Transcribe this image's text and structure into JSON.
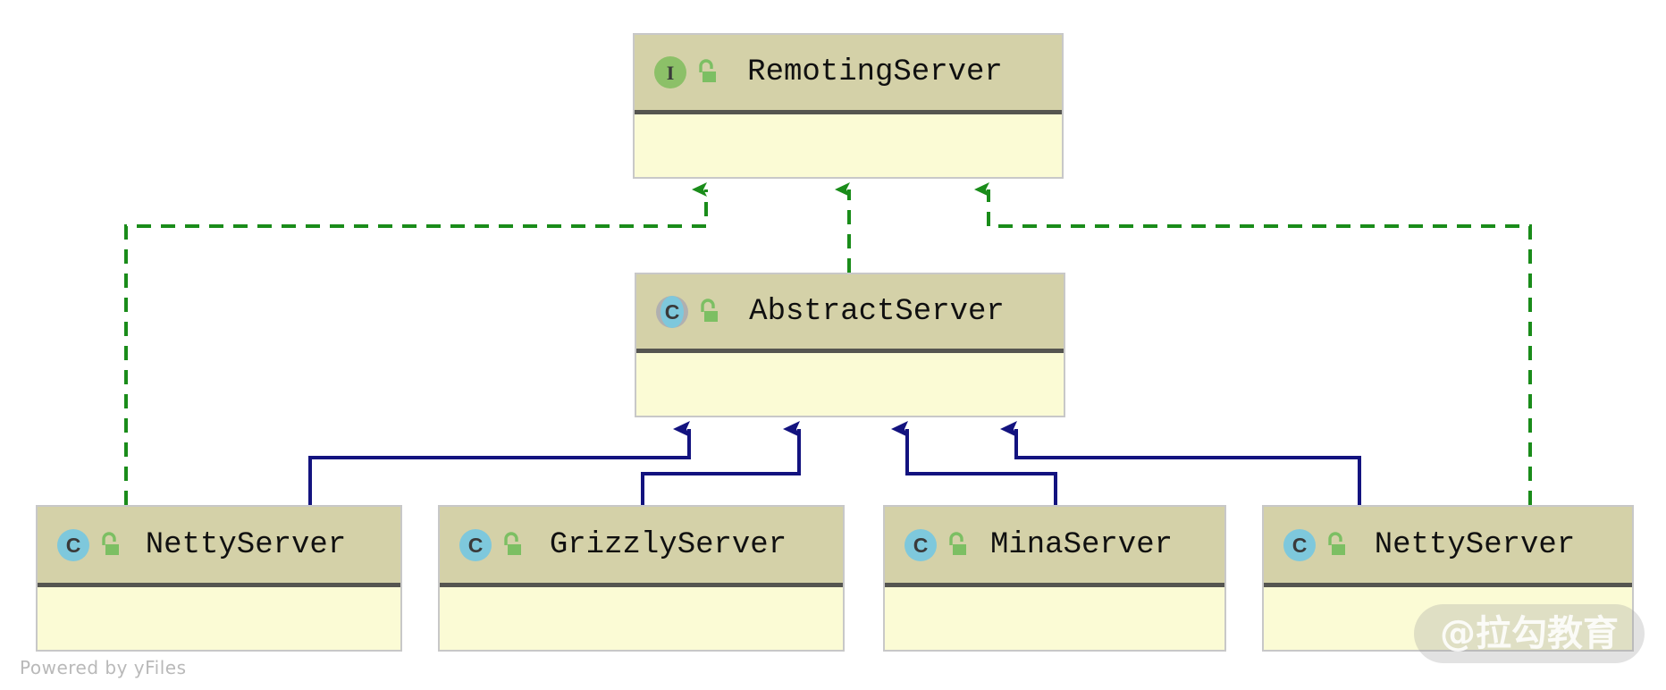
{
  "diagram": {
    "kind": "uml-class-diagram",
    "credit": "Powered by yFiles",
    "watermark": "@拉勾教育",
    "colors": {
      "header_fill": "#d4d1a8",
      "body_fill": "#fbfbd5",
      "node_border": "#c8c8c8",
      "header_divider": "#555550",
      "interface_icon": "#8cc068",
      "class_icon": "#7ec8dc",
      "abstract_ring": "#b0b0b0",
      "lock_icon": "#7cbf63",
      "realization_edge": "#1a8c1a",
      "generalization_edge": "#13137f",
      "background": "#ffffff",
      "credit_text": "#b9b9b9"
    }
  },
  "nodes": [
    {
      "id": "remoting-server",
      "name": "RemotingServer",
      "stereotype": "interface",
      "stereotype_letter": "I",
      "visibility": "public",
      "visibility_icon": "unlocked-padlock-icon",
      "abstract": false
    },
    {
      "id": "abstract-server",
      "name": "AbstractServer",
      "stereotype": "class",
      "stereotype_letter": "C",
      "visibility": "public",
      "visibility_icon": "unlocked-padlock-icon",
      "abstract": true
    },
    {
      "id": "netty-server",
      "name": "NettyServer",
      "stereotype": "class",
      "stereotype_letter": "C",
      "visibility": "public",
      "visibility_icon": "unlocked-padlock-icon",
      "abstract": false
    },
    {
      "id": "grizzly-server",
      "name": "GrizzlyServer",
      "stereotype": "class",
      "stereotype_letter": "C",
      "visibility": "public",
      "visibility_icon": "unlocked-padlock-icon",
      "abstract": false
    },
    {
      "id": "mina-server",
      "name": "MinaServer",
      "stereotype": "class",
      "stereotype_letter": "C",
      "visibility": "public",
      "visibility_icon": "unlocked-padlock-icon",
      "abstract": false
    },
    {
      "id": "netty-server-2",
      "name": "NettyServer",
      "stereotype": "class",
      "stereotype_letter": "C",
      "visibility": "public",
      "visibility_icon": "unlocked-padlock-icon",
      "abstract": false
    }
  ],
  "edges": [
    {
      "from": "netty-server",
      "to": "remoting-server",
      "type": "realization",
      "style": "dashed",
      "color": "#1a8c1a"
    },
    {
      "from": "abstract-server",
      "to": "remoting-server",
      "type": "realization",
      "style": "dashed",
      "color": "#1a8c1a"
    },
    {
      "from": "netty-server-2",
      "to": "remoting-server",
      "type": "realization",
      "style": "dashed",
      "color": "#1a8c1a"
    },
    {
      "from": "netty-server",
      "to": "abstract-server",
      "type": "generalization",
      "style": "solid",
      "color": "#13137f"
    },
    {
      "from": "grizzly-server",
      "to": "abstract-server",
      "type": "generalization",
      "style": "solid",
      "color": "#13137f"
    },
    {
      "from": "mina-server",
      "to": "abstract-server",
      "type": "generalization",
      "style": "solid",
      "color": "#13137f"
    },
    {
      "from": "netty-server-2",
      "to": "abstract-server",
      "type": "generalization",
      "style": "solid",
      "color": "#13137f"
    }
  ]
}
